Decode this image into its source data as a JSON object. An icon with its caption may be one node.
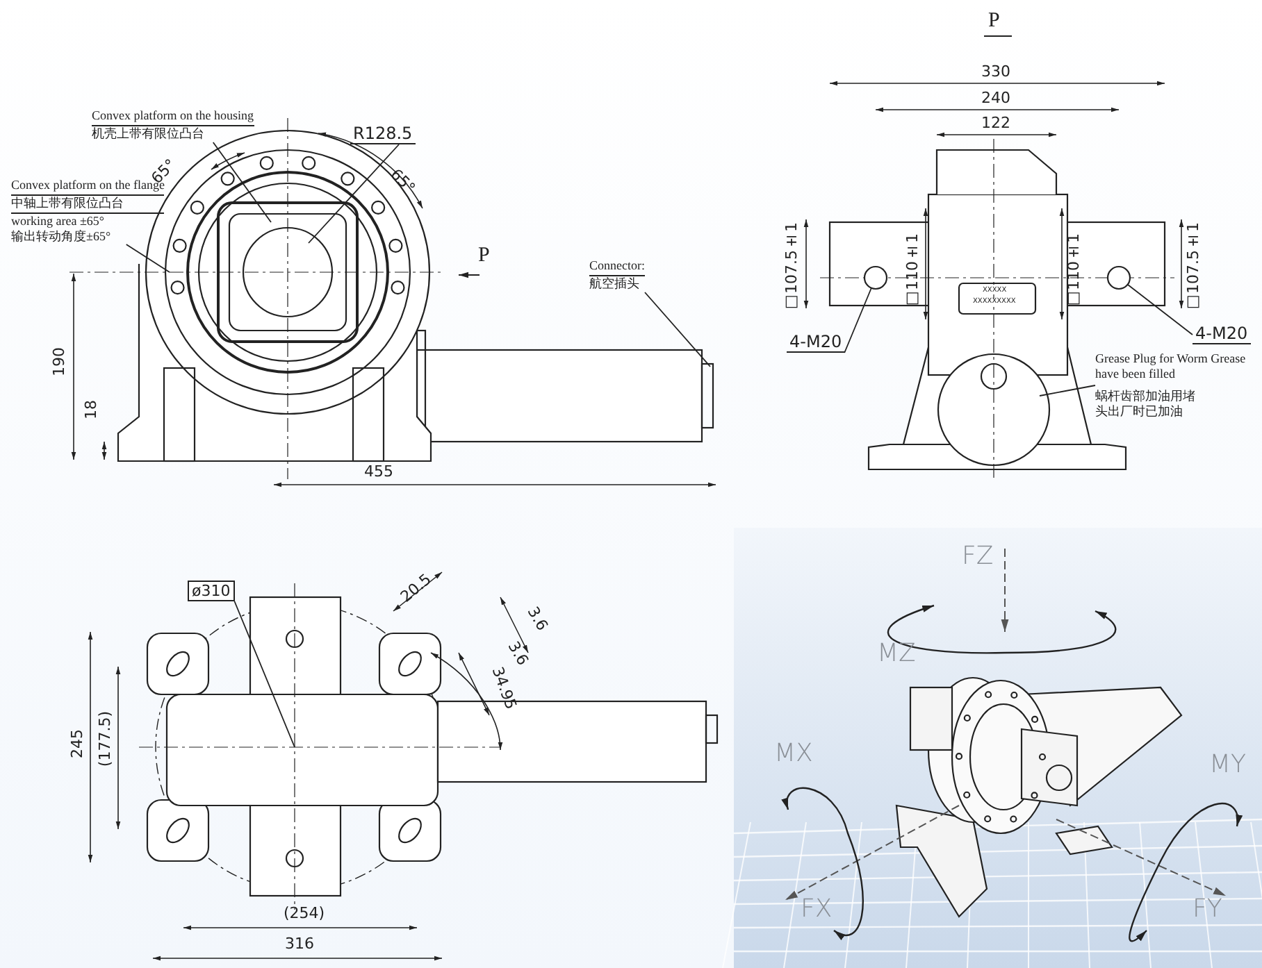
{
  "diagram": {
    "nodes": [
      {
        "text": [
          "Convex platform on the housing",
          "机壳上带有限位凸台"
        ]
      },
      {
        "text": [
          "Convex platform on the flange",
          "中轴上带有限位凸台",
          "working area ±65°",
          "输出转动角度±65°"
        ]
      },
      {
        "text": [
          "R128.5"
        ]
      },
      {
        "text": [
          "Connector:",
          "航空插头"
        ]
      },
      {
        "text": [
          "4-M20"
        ]
      },
      {
        "text": [
          "4-M20"
        ]
      },
      {
        "text": [
          "Grease Plug for Worm Grease have been filled",
          "蜗杆齿部加油用堵头出厂时已加油"
        ]
      },
      {
        "text": [
          "ø310"
        ]
      },
      {
        "text": [],
        "shape": "circle"
      },
      {
        "text": [],
        "shape": "circle"
      }
    ],
    "edges": [
      {
        "from": 0,
        "to": null,
        "arrow": "none"
      },
      {
        "from": 1,
        "to": null,
        "arrow": "none"
      },
      {
        "from": 2,
        "to": null,
        "arrow": "none"
      },
      {
        "from": 3,
        "to": null,
        "arrow": "none"
      },
      {
        "from": 4,
        "to": 8,
        "arrow": "none"
      },
      {
        "from": 5,
        "to": 9,
        "arrow": "none"
      },
      {
        "from": 6,
        "to": null,
        "arrow": "none"
      },
      {
        "from": 7,
        "to": null,
        "arrow": "none"
      }
    ],
    "labels": [
      "P",
      "65°",
      "65°",
      "P",
      "190",
      "18",
      "455",
      "330",
      "240",
      "122",
      "□107.5±1",
      "□110±1",
      "XXXXX",
      "XXXXXXXXX",
      "□110±1",
      "□107.5±1",
      "20.5",
      "3.6",
      "3.6",
      "34.95",
      "245",
      "(177.5)",
      "(254)",
      "316",
      "FZ",
      "MZ",
      "MX",
      "MY",
      "FX",
      "FY"
    ]
  }
}
